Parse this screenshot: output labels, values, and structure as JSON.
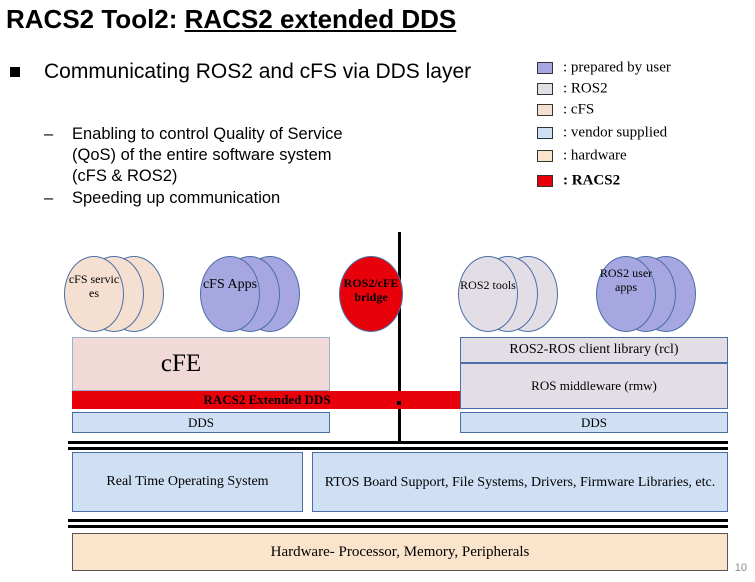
{
  "title": {
    "prefix": "RACS2 Tool2: ",
    "underlined": "RACS2 extended DDS"
  },
  "bullets": {
    "main": "Communicating ROS2 and cFS via DDS layer",
    "sub1": "Enabling to control Quality of Service (QoS) of the entire software system (cFS & ROS2)",
    "sub2": "Speeding up communication",
    "dash": "–"
  },
  "legend": [
    {
      "label": ": prepared by user",
      "color": "#a6a6e0"
    },
    {
      "label": ": ROS2",
      "color": "#e3dde6"
    },
    {
      "label": ": cFS",
      "color": "#f5dfd0"
    },
    {
      "label": ": vendor supplied",
      "color": "#cfe0f5"
    },
    {
      "label": ": hardware",
      "color": "#fae4cc"
    },
    {
      "label": ": RACS2",
      "color": "#e8000b",
      "bold": true
    }
  ],
  "diagram": {
    "circles": {
      "cfs_services": "cFS servic es",
      "cfs_apps": "cFS Apps",
      "bridge": "ROS2/cFE bridge",
      "ros2_tools": "ROS2 tools",
      "ros2_user_apps": "ROS2 user apps"
    },
    "boxes": {
      "cfe": "cFE",
      "racs2": "RACS2   Extended DDS",
      "dds_left": "DDS",
      "rcl": "ROS2-ROS client library (rcl)",
      "rmw": "ROS middleware (rmw)",
      "dds_right": "DDS",
      "rtos": "Real Time Operating System",
      "bsp": "RTOS Board Support, File Systems, Drivers, Firmware Libraries, etc.",
      "hardware": "Hardware- Processor, Memory, Peripherals"
    },
    "colors": {
      "user": "#a6a6e0",
      "ros2": "#e3dde6",
      "cfs": "#f5dfd0",
      "cfe_box": "#f0d9d6",
      "vendor": "#cfe0f5",
      "hardware": "#fae4cc",
      "racs2": "#e8000b"
    }
  },
  "page_number": "10"
}
